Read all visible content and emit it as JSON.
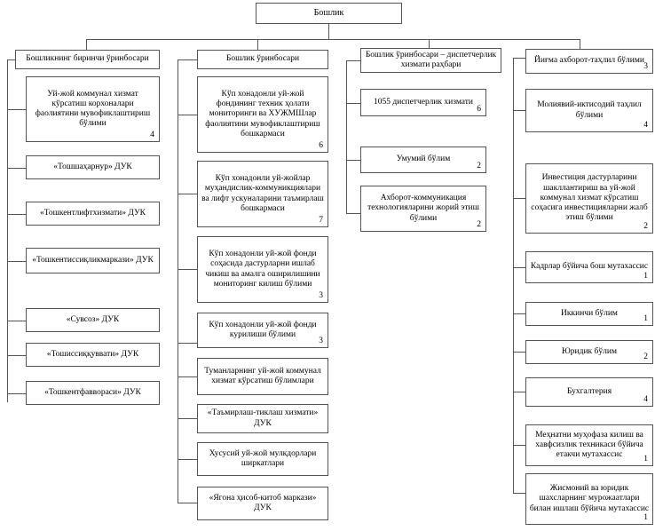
{
  "diagram": {
    "title": "Бошлик",
    "root": {
      "id": "root",
      "label": "Бошлик",
      "count": ""
    },
    "columns": [
      {
        "id": "col-1",
        "header": {
          "id": "head-1",
          "label": "Бошликнинг биринчи ўринбосари",
          "count": ""
        },
        "children": [
          {
            "id": "c1-1",
            "label": "Уй-жой коммунал хизмат кўрсатиш корхоналари фаолиятини мувофиклаштириш бўлими",
            "count": "4"
          },
          {
            "id": "c1-2",
            "label": "«Тошшаҳарнур» ДУК",
            "count": ""
          },
          {
            "id": "c1-3",
            "label": "«Тошкентлифтхизмати» ДУК",
            "count": ""
          },
          {
            "id": "c1-4",
            "label": "«Тошкентиссиқликмаркази» ДУК",
            "count": ""
          },
          {
            "id": "c1-5",
            "label": "«Сувсоз» ДУК",
            "count": ""
          },
          {
            "id": "c1-6",
            "label": "«Тошиссиққуввати» ДУК",
            "count": ""
          },
          {
            "id": "c1-7",
            "label": "«Тошкентфаввораси» ДУК",
            "count": ""
          }
        ]
      },
      {
        "id": "col-2",
        "header": {
          "id": "head-2",
          "label": "Бошлик ўринбосари",
          "count": ""
        },
        "children": [
          {
            "id": "c2-1",
            "label": "Кўп хонадонли уй-жой фондининг техник ҳолати мониторинги ва  ХУЖМШлар фаолиятини мувофиклаштириш бошкармаси",
            "count": "6"
          },
          {
            "id": "c2-2",
            "label": "Кўп хонадонли уй-жойлар муҳандислик-коммуникциялари ва лифт ускуналарини таъмирлаш бошкармаси",
            "count": "7"
          },
          {
            "id": "c2-3",
            "label": "Кўп хонадонли уй-жой фонди соҳасида дастурларни ишлаб чикиш ва амалга оширилишини мониторинг килиш бўлими",
            "count": "3"
          },
          {
            "id": "c2-4",
            "label": "Кўп хонадонли уй-жой фонди курилиши бўлими",
            "count": "3"
          },
          {
            "id": "c2-5",
            "label": "Туманларнинг уй-жой коммунал хизмат кўрсатиш бўлимлари",
            "count": ""
          },
          {
            "id": "c2-6",
            "label": "«Таъмирлаш-тиклаш хизмати» ДУК",
            "count": ""
          },
          {
            "id": "c2-7",
            "label": "Хусусий уй-жой мулкдорлари ширкатлари",
            "count": ""
          },
          {
            "id": "c2-8",
            "label": "«Ягона ҳисоб-китоб маркази» ДУК",
            "count": ""
          }
        ]
      },
      {
        "id": "col-3",
        "header": {
          "id": "head-3",
          "label": "Бошлик ўринбосари – диспетчерлик хизмати раҳбари",
          "count": ""
        },
        "children": [
          {
            "id": "c3-1",
            "label": "1055 диспетчерлик хизмати",
            "count": "6"
          },
          {
            "id": "c3-2",
            "label": "Умумий бўлим",
            "count": "2"
          },
          {
            "id": "c3-3",
            "label": "Ахборот-коммуникация технологияларини жорий этиш бўлими",
            "count": "2"
          }
        ]
      },
      {
        "id": "col-4",
        "header": {
          "id": "head-4",
          "label": "Йиғма ахборот-таҳлил бўлими",
          "count": "3"
        },
        "children": [
          {
            "id": "c4-1",
            "label": "Молиявий-иктисодий таҳлил бўлими",
            "count": "4"
          },
          {
            "id": "c4-2",
            "label": "Инвестиция дастурларини шакллантириш ва уй-жой коммунал хизмат кўрсатиш соҳасига инвестицияларни жалб этиш бўлими",
            "count": "2"
          },
          {
            "id": "c4-3",
            "label": "Кадрлар бўйича бош мутахассис",
            "count": "1"
          },
          {
            "id": "c4-4",
            "label": "Иккинчи бўлим",
            "count": "1"
          },
          {
            "id": "c4-5",
            "label": "Юридик бўлим",
            "count": "2"
          },
          {
            "id": "c4-6",
            "label": "Бухгалтерия",
            "count": "4"
          },
          {
            "id": "c4-7",
            "label": "Меҳнатни муҳофаза килиш ва хавфсизлик техникаси бўйича етакчи мутахассис",
            "count": "1"
          },
          {
            "id": "c4-8",
            "label": "Жисмоний ва юридик шахсларнинг мурожаатлари билан ишлаш бўйича мутахассис",
            "count": "1"
          }
        ]
      }
    ],
    "colors": {
      "border": "#555555",
      "background": "#ffffff",
      "text": "#000000"
    }
  }
}
